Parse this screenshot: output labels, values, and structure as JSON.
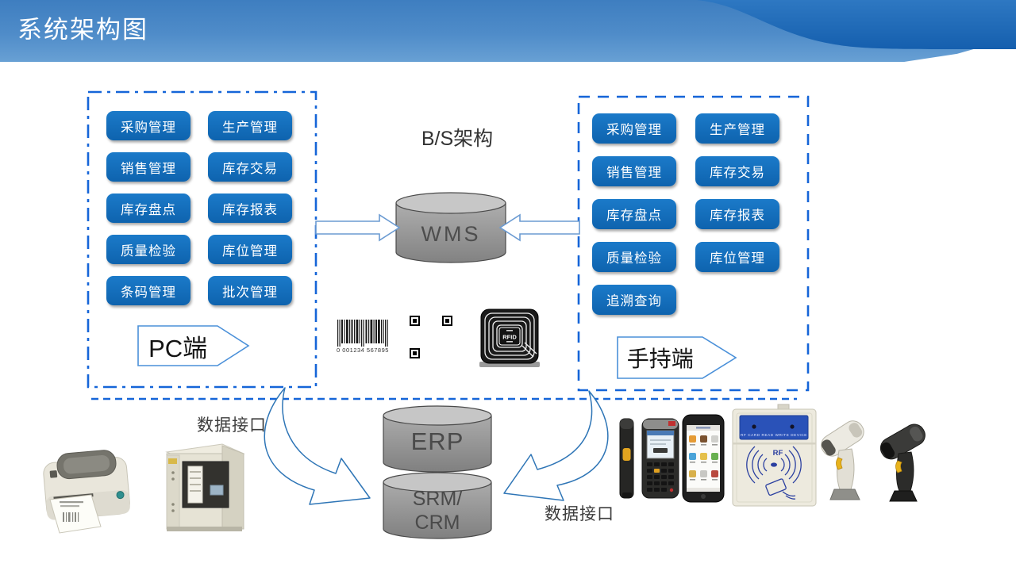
{
  "title": {
    "text": "系统架构图"
  },
  "pc_panel": {
    "tag_label": "PC端",
    "buttons": [
      "采购管理",
      "生产管理",
      "销售管理",
      "库存交易",
      "库存盘点",
      "库存报表",
      "质量检验",
      "库位管理",
      "条码管理",
      "批次管理"
    ]
  },
  "handheld_panel": {
    "tag_label": "手持端",
    "buttons": [
      "采购管理",
      "生产管理",
      "销售管理",
      "库存交易",
      "库存盘点",
      "库存报表",
      "质量检验",
      "库位管理",
      "追溯查询"
    ]
  },
  "center": {
    "architecture_label": "B/S架构",
    "wms_label": "WMS",
    "barcode_digits": "0 001234 567895",
    "rfid_tag_label": "RFID"
  },
  "integration": {
    "erp_label": "ERP",
    "srm_crm_line1": "SRM/",
    "srm_crm_line2": "CRM",
    "left_interface_label": "数据接口",
    "right_interface_label": "数据接口"
  },
  "devices": {
    "rf_label": "RF",
    "reader_strip_label": "RF CARD READ WRITE DEVICE",
    "photos": [
      "desktop-label-printer",
      "industrial-label-printer",
      "handheld-pda-side",
      "rugged-pda-terminal",
      "smartphone",
      "rfid-card-reader",
      "barcode-scanner-white",
      "barcode-scanner-black"
    ]
  },
  "colors": {
    "button_blue": "#1371bf",
    "dash_blue": "#1565d8",
    "arrow_stroke": "#6b9bd2",
    "curved_arrow_stroke": "#2e75b6",
    "header_blue_top": "#3e7ec0",
    "header_blue_bottom": "#68a0d4",
    "swoosh_blue": "#1a66b3",
    "cylinder_gray": "#9a9a9a"
  }
}
